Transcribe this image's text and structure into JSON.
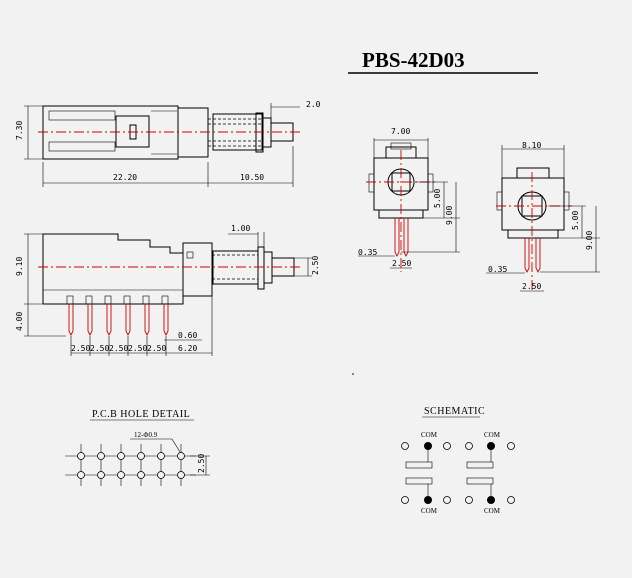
{
  "title": "PBS-42D03",
  "top_view": {
    "height_label": "7.30",
    "length_label": "22.20",
    "stroke_length_label": "10.50",
    "cap_label": "2.0"
  },
  "side_view": {
    "height_label": "9.10",
    "pin_length_label": "4.00",
    "cap_height_label": "2.50",
    "travel_label": "1.00",
    "pin_pitches": [
      "2.50",
      "2.50",
      "2.50",
      "2.50",
      "2.50"
    ],
    "pin_width_label": "0.60",
    "end_label": "6.20"
  },
  "front_view_a": {
    "width_label": "7.00",
    "inner_label": "5.00",
    "height_label": "9.00",
    "pin_label": "0.35",
    "pitch_label": "2.50"
  },
  "front_view_b": {
    "width_label": "8.10",
    "inner_label": "5.00",
    "height_label": "9.00",
    "pin_label": "0.35",
    "pitch_label": "2.50"
  },
  "pcb": {
    "title": "P.C.B HOLE DETAIL",
    "hole_label": "12-Φ0.9",
    "pitch_label": "2.50"
  },
  "schematic": {
    "title": "SCHEMATIC",
    "com_label": "COM"
  }
}
